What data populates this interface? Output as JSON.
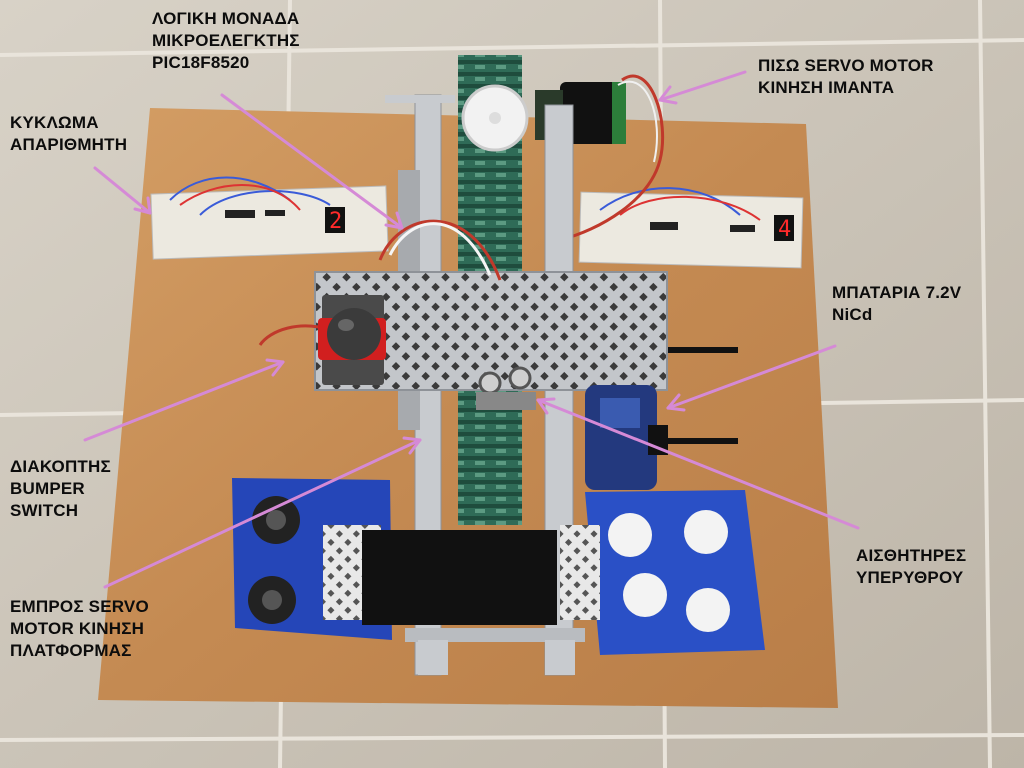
{
  "labels": {
    "logic_unit": [
      "ΛΟΓΙΚΗ ΜΟΝΑΔΑ",
      "ΜΙΚΡΟΕΛΕΓΚΤΗΣ",
      "PIC18F8520"
    ],
    "rear_servo": [
      "ΠΙΣΩ SERVO MOTOR",
      "ΚΙΝΗΣΗ ΙΜΑΝΤΑ"
    ],
    "counter_circuit": [
      "ΚΥΚΛΩΜΑ",
      "ΑΠΑΡΙΘΜΗΤΗ"
    ],
    "battery": [
      "ΜΠΑΤΑΡΙΑ 7.2V",
      "NiCd"
    ],
    "bumper_switch": [
      "ΔΙΑΚΟΠΤΗΣ",
      "BUMPER",
      "SWITCH"
    ],
    "ir_sensors": [
      "ΑΙΣΘΗΤΗΡΕΣ",
      "ΥΠΕΡΥΘΡΟΥ"
    ],
    "front_servo": [
      "ΕΜΠΡΟΣ SERVO",
      "MOTOR ΚΙΝΗΣΗ",
      "ΠΛΑΤΦΟΡΜΑΣ"
    ]
  },
  "displays": {
    "left_digit": "2",
    "right_digit": "4"
  },
  "colors": {
    "floor": "#cfc8bc",
    "board": "#c9925a",
    "metal": "#b9bcc0",
    "belt": "#2f6b57",
    "blue_bin": "#2546b8",
    "arrow": "#d58ad6",
    "led_red": "#ff2a2a"
  }
}
